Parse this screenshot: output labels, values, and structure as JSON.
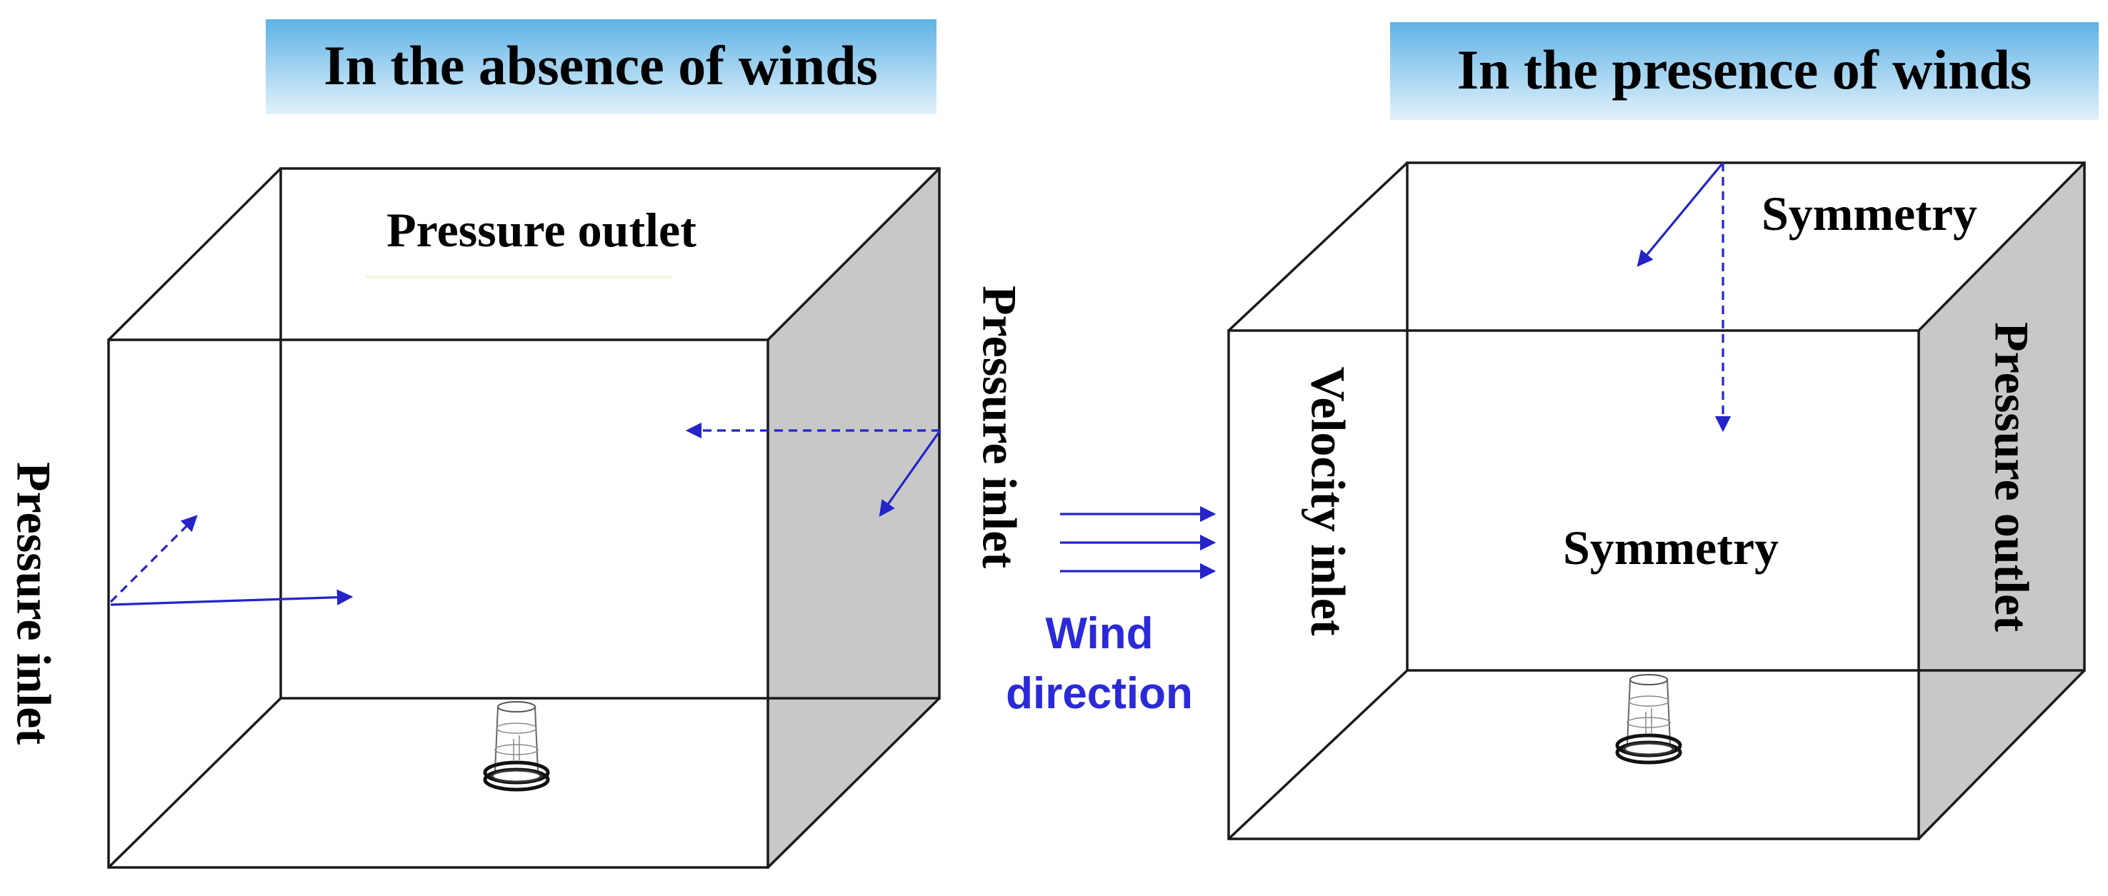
{
  "left_panel": {
    "title": "In the absence of winds",
    "top_label": "Pressure outlet",
    "left_label": "Pressure inlet",
    "right_label": "Pressure inlet"
  },
  "middle": {
    "wind_line1": "Wind",
    "wind_line2": "direction"
  },
  "right_panel": {
    "title": "In the presence of winds",
    "top_label": "Symmetry",
    "center_label": "Symmetry",
    "left_label": "Velocity inlet",
    "right_label": "Pressure outlet"
  },
  "colors": {
    "title_bg_top": "#5fb2e6",
    "title_bg_bottom": "#dceffa",
    "arrow": "#2424c8",
    "side_face": "#c8c8c8"
  }
}
